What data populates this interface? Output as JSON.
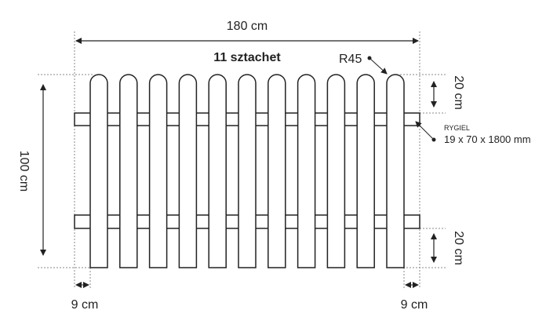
{
  "title": "11 sztachet",
  "picket_count": 11,
  "dimensions": {
    "width": "180 cm",
    "height": "100 cm",
    "top_offset": "20 cm",
    "bottom_offset": "20 cm",
    "left_overhang": "9 cm",
    "right_overhang": "9 cm",
    "radius": "R45"
  },
  "rail": {
    "label": "RYGIEL",
    "size": "19 x 70 x 1800 mm"
  },
  "colors": {
    "line": "#222222",
    "dotted": "#888888"
  }
}
